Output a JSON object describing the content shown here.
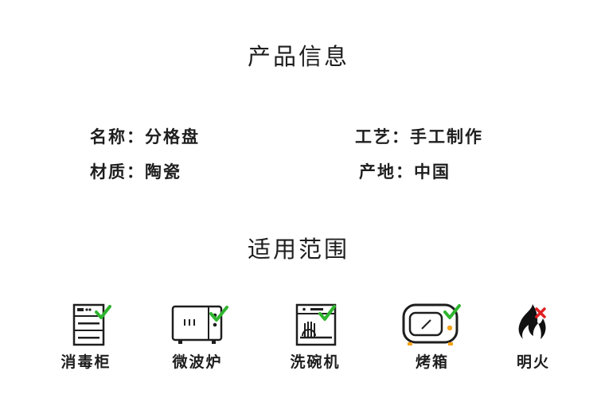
{
  "product_info": {
    "title": "产品信息",
    "name": "名称：分格盘",
    "craft": "工艺：手工制作",
    "material": "材质：陶瓷",
    "origin": "产地：中国"
  },
  "usage": {
    "title": "适用范围",
    "items": [
      {
        "label": "消毒柜",
        "icon": "sterilizer-cabinet-icon",
        "status": "check"
      },
      {
        "label": "微波炉",
        "icon": "microwave-icon",
        "status": "check"
      },
      {
        "label": "洗碗机",
        "icon": "dishwasher-icon",
        "status": "check"
      },
      {
        "label": "烤箱",
        "icon": "oven-icon",
        "status": "check"
      },
      {
        "label": "明火",
        "icon": "open-flame-icon",
        "status": "cross"
      }
    ]
  },
  "colors": {
    "check": "#2fb52f",
    "cross": "#e02020",
    "accent": "#f5a31a",
    "text": "#1e1e1e"
  }
}
